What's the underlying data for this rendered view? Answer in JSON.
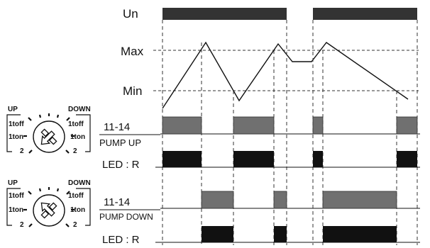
{
  "colors": {
    "line": "#111111",
    "relay_fill": "#707070",
    "led_fill": "#111111",
    "dashed": "#333333",
    "background": "#ffffff"
  },
  "signals": {
    "un": "Un",
    "max": "Max",
    "min": "Min"
  },
  "pump_up": {
    "relay": "11-14",
    "mode": "PUMP UP",
    "led": "LED : R"
  },
  "pump_down": {
    "relay": "11-14",
    "mode": "PUMP DOWN",
    "led": "LED : R"
  },
  "knob_up": {
    "left_title": "UP",
    "right_title": "DOWN",
    "left_1": "1toff",
    "left_2": "1ton",
    "left_3": "2",
    "right_1": "1toff",
    "right_2": "1ton",
    "right_3": "2"
  },
  "knob_down": {
    "left_title": "UP",
    "right_title": "DOWN",
    "left_1": "1toff",
    "left_2": "1ton",
    "left_3": "2",
    "right_1": "1toff",
    "right_2": "1ton",
    "right_3": "2"
  }
}
